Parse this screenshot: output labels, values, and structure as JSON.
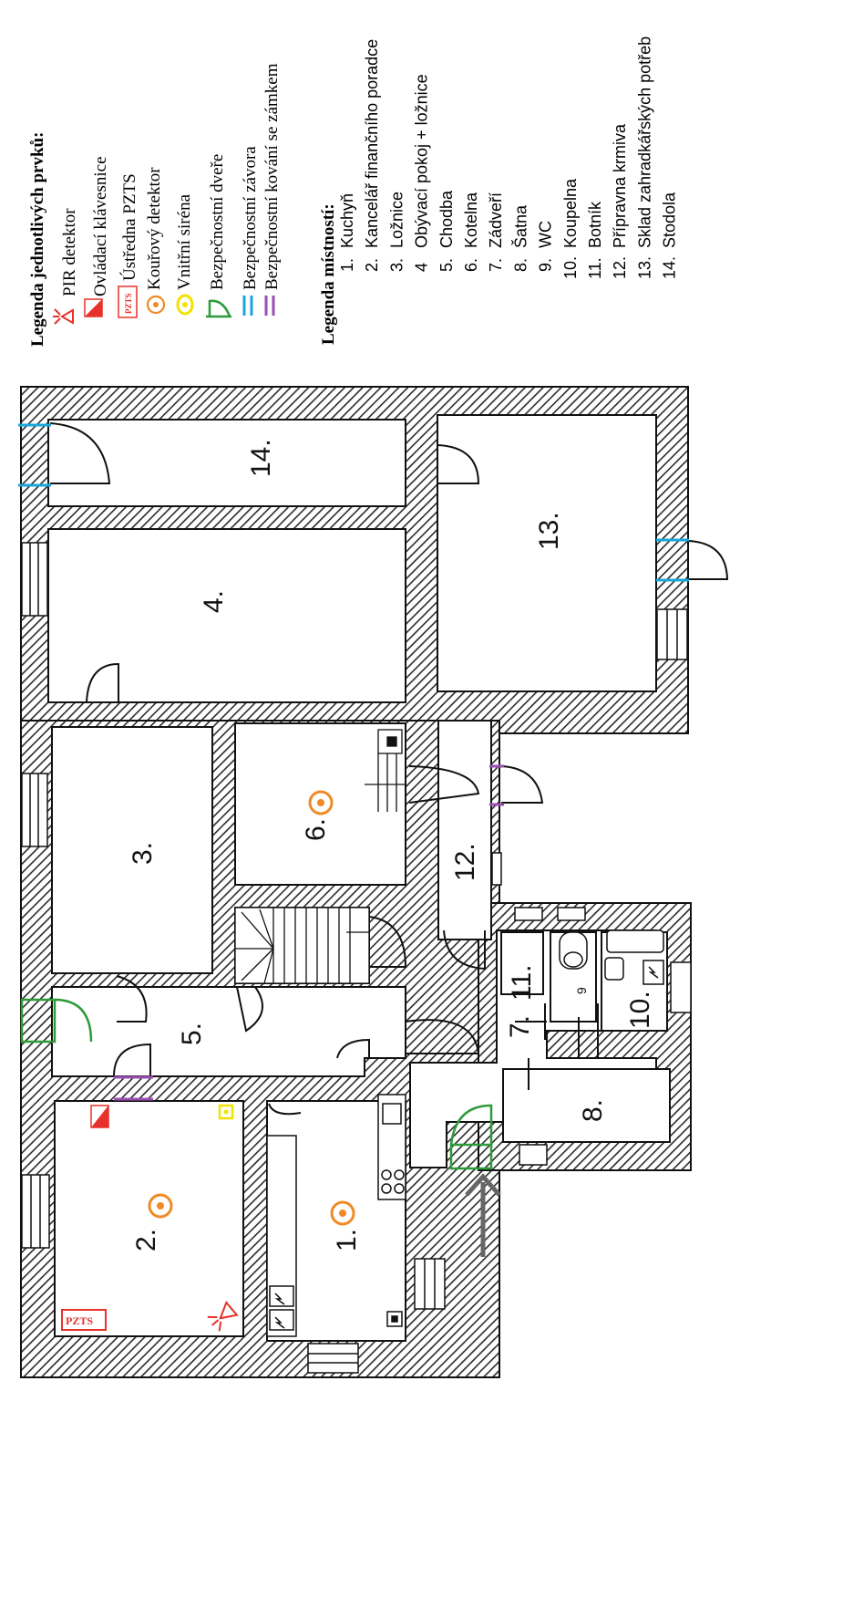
{
  "element_legend": {
    "title": "Legenda jednotlivých prvků:",
    "items": [
      {
        "icon": "pir-detector-icon",
        "label": "PIR detektor",
        "color": "#e8312a"
      },
      {
        "icon": "keypad-icon",
        "label": "Ovládací klávesnice",
        "color": "#e8312a"
      },
      {
        "icon": "pzts-panel-icon",
        "label": "Ústředna PZTS",
        "color": "#e8312a",
        "badge": "PZTS"
      },
      {
        "icon": "smoke-detector-icon",
        "label": "Kouřový detektor",
        "color": "#f08a24"
      },
      {
        "icon": "siren-icon",
        "label": "Vnitřní siréna",
        "color": "#f2e200"
      },
      {
        "icon": "security-door-icon",
        "label": "Bezpečnostní dveře",
        "color": "#2e9b3a"
      },
      {
        "icon": "security-bar-icon",
        "label": "Bezpečnostní závora",
        "color": "#1aa6d8"
      },
      {
        "icon": "lock-fitting-icon",
        "label": "Bezpečnostní kování se zámkem",
        "color": "#9b4fb0"
      }
    ]
  },
  "room_legend": {
    "title": "Legenda místností:",
    "items": [
      {
        "num": "1.",
        "name": "Kuchyň"
      },
      {
        "num": "2.",
        "name": "Kancelář finančního poradce"
      },
      {
        "num": "3.",
        "name": "Ložnice"
      },
      {
        "num": "4",
        "name": "Obývací pokoj + ložnice"
      },
      {
        "num": "5.",
        "name": "Chodba"
      },
      {
        "num": "6.",
        "name": "Kotelna"
      },
      {
        "num": "7.",
        "name": "Zádveří"
      },
      {
        "num": "8.",
        "name": "Šatna"
      },
      {
        "num": "9.",
        "name": "WC"
      },
      {
        "num": "10.",
        "name": "Koupelna"
      },
      {
        "num": "11.",
        "name": "Botník"
      },
      {
        "num": "12.",
        "name": "Přípravna krmiva"
      },
      {
        "num": "13.",
        "name": "Sklad zahradkářských potřeb"
      },
      {
        "num": "14.",
        "name": "Stodola"
      }
    ]
  },
  "room_labels": {
    "r1": "1.",
    "r2": "2.",
    "r3": "3.",
    "r4": "4.",
    "r5": "5.",
    "r6": "6.",
    "r7": "7.",
    "r8": "8.",
    "r9": "9",
    "r10": "10.",
    "r11": "11.",
    "r12": "12.",
    "r13": "13.",
    "r14": "14."
  },
  "devices": {
    "pzts_badge": "PZTS"
  },
  "colors": {
    "wall_fill": "#a8a8a8",
    "wall_stroke": "#1a1a1a",
    "pir": "#e8312a",
    "smoke": "#f08a24",
    "siren": "#f2e200",
    "security_door": "#2e9b3a",
    "security_bar": "#1aa6d8",
    "lock_fitting": "#9b4fb0",
    "entry_arrow": "#666666"
  }
}
